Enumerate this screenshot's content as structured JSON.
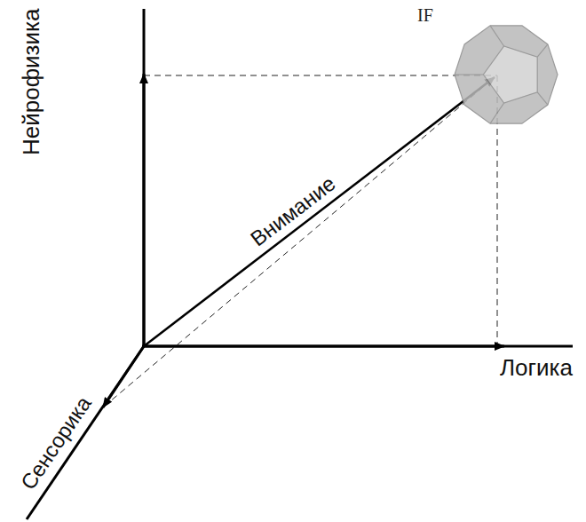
{
  "diagram": {
    "nodes": [
      {
        "text": [
          "IF"
        ]
      }
    ],
    "labels": [
      "Нейрофизика",
      "Логика",
      "Сенсорика",
      "Внимание"
    ]
  }
}
